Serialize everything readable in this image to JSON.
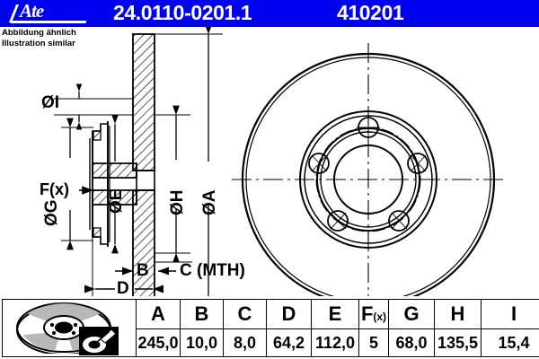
{
  "header": {
    "brand": "Ate",
    "part_number": "24.0110-0201.1",
    "article_number": "410201",
    "bg_color": "#0000f0",
    "text_color": "#ffffff"
  },
  "notes": {
    "line_de": "Abbildung ähnlich",
    "line_en": "Illustration similar"
  },
  "drawing": {
    "title": "Brake disc technical drawing",
    "section_view_labels": {
      "i": "ØI",
      "g": "ØG",
      "e": "ØE",
      "h": "ØH",
      "a": "ØA",
      "fx": "F(x)",
      "b": "B",
      "c": "C (MTH)",
      "d": "D"
    },
    "front_view": {
      "bolt_holes": 5,
      "bolt_hole_start_angle_deg": -90
    }
  },
  "table": {
    "columns": [
      "A",
      "B",
      "C",
      "D",
      "E",
      "F(x)",
      "G",
      "H",
      "I"
    ],
    "values": [
      "245,0",
      "10,0",
      "8,0",
      "64,2",
      "112,0",
      "5",
      "68,0",
      "135,5",
      "15,4"
    ],
    "fx_label_main": "F",
    "fx_label_sub": "(x)"
  },
  "icons": {
    "disc_thumbnail": "brake-disc-3d-icon",
    "tool_thumbnail": "measuring-tool-icon"
  }
}
